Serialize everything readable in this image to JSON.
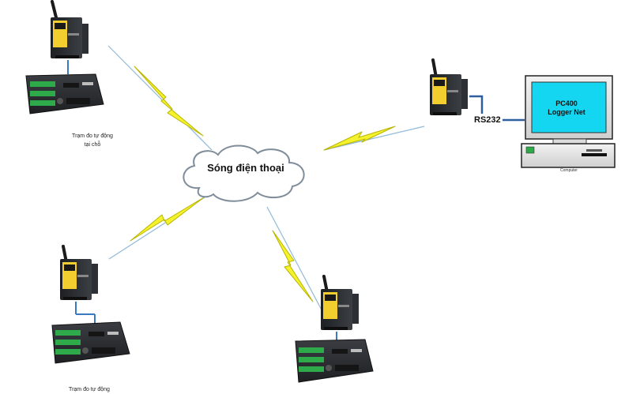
{
  "cloud": {
    "label": "Sóng điện thoại"
  },
  "stations": [
    {
      "label_line1": "Trạm đo tự động",
      "label_line2": "tại chỗ"
    },
    {
      "label_line1": "Trạm đo tự động"
    }
  ],
  "link": {
    "label": "RS232"
  },
  "computer": {
    "screen_line1": "PC400",
    "screen_line2": "Logger Net",
    "caption": "Computer"
  },
  "colors": {
    "lightning_fill": "#f4f22c",
    "lightning_stroke": "#b9b400",
    "radio_line": "#8fb9d9",
    "screen": "#14d6f0",
    "cable": "#2f5f9e",
    "device_body": "#2a2d31",
    "device_label": "#f2cf2e"
  }
}
